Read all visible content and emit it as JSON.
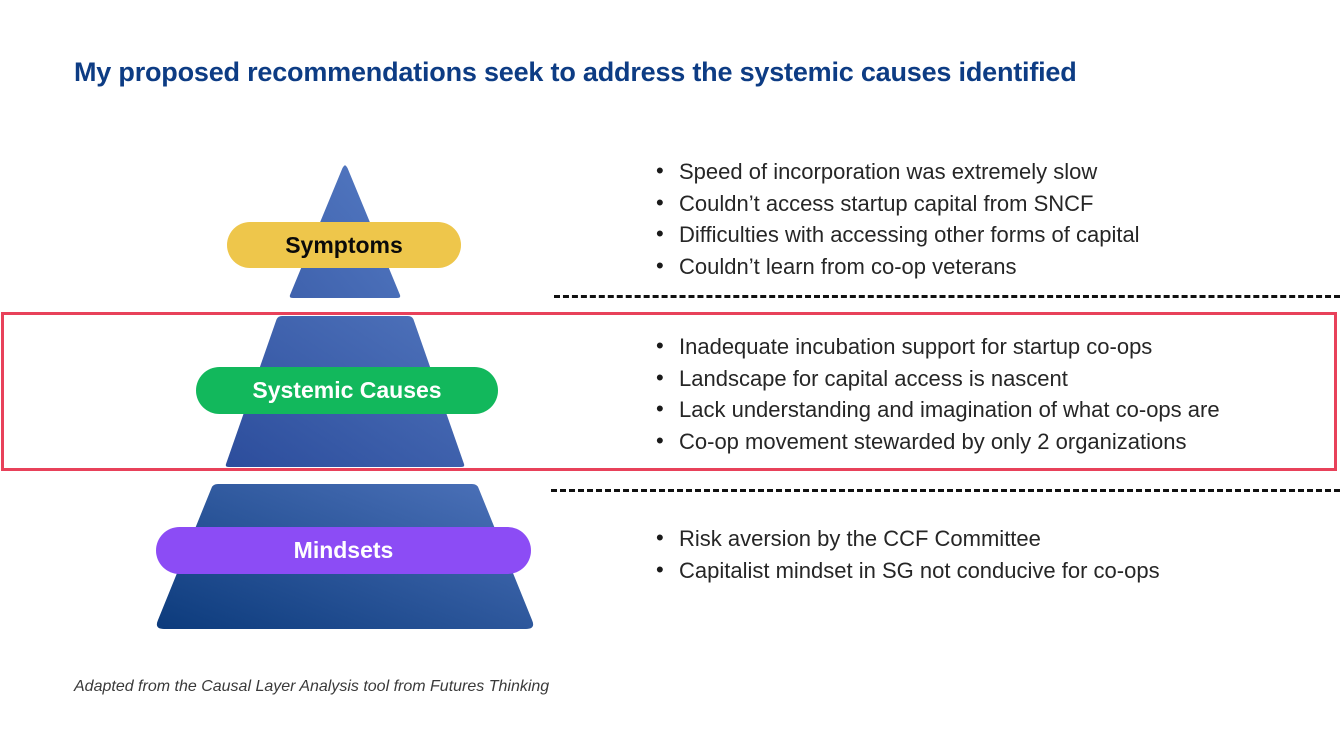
{
  "slide": {
    "title": "My proposed recommendations seek to address the systemic causes identified",
    "footer_note": "Adapted from the Causal Layer Analysis tool from Futures Thinking"
  },
  "colors": {
    "title_blue": "#0D3C84",
    "symptoms_pill": "#EEC64B",
    "systemic_pill": "#12B85C",
    "mindsets_pill": "#8C4CF5",
    "highlight_red": "#E8415A",
    "pyramid_top": "#4A6DB5",
    "pyramid_mid_dark": "#2E4F9E",
    "pyramid_mid_light": "#4E72BA",
    "pyramid_base_dark": "#0E3F80",
    "pyramid_base_light": "#4D72BA",
    "body_text": "#262626"
  },
  "pyramid": {
    "levels": [
      {
        "key": "symptoms",
        "label": "Symptoms"
      },
      {
        "key": "systemic_causes",
        "label": "Systemic Causes"
      },
      {
        "key": "mindsets",
        "label": "Mindsets"
      }
    ]
  },
  "bullets": {
    "symptoms": [
      "Speed of incorporation was extremely slow",
      "Couldn’t access startup capital from SNCF",
      "Difficulties with accessing other forms of capital",
      "Couldn’t learn from co-op veterans"
    ],
    "systemic_causes": [
      "Inadequate incubation support for startup co-ops",
      "Landscape for capital access is nascent",
      "Lack understanding and imagination of what co-ops are",
      "Co-op movement stewarded by only 2 organizations"
    ],
    "mindsets": [
      "Risk aversion by the CCF Committee",
      "Capitalist mindset in SG not conducive for co-ops"
    ]
  }
}
